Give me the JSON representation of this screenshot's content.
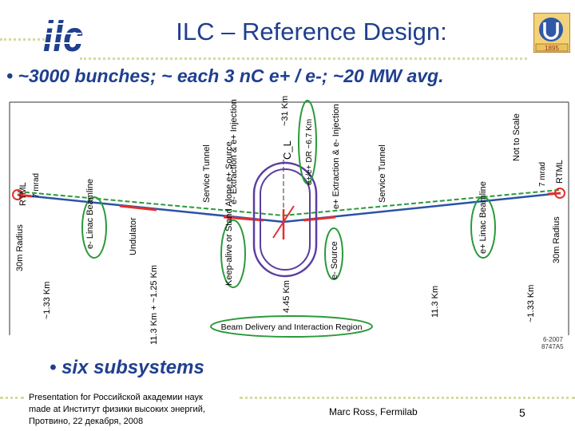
{
  "header": {
    "title": "ILC – Reference Design:",
    "bullet_top": "• ~3000 bunches; ~ each 3 nC e+ / e-; ~20 MW avg.",
    "ilc_logo": "ilc",
    "right_logo": "1895"
  },
  "diagram": {
    "labels": {
      "rtml_left": "RTML",
      "mrad_left": "7 mrad",
      "radius_left": "30m Radius",
      "linac_left": "e- Linac Beamline",
      "undulator": "Undulator",
      "service_tunnel_left": "Service Tunnel",
      "extraction_left": "e- Extraction & e+ Injection",
      "dr": "e+/e+ DR ~6.7 Km",
      "cl": "C_L",
      "km31": "~31 Km",
      "extraction_right": "e+ Extraction & e- Injection",
      "service_tunnel_right": "Service Tunnel",
      "not_to_scale": "Not to Scale",
      "mrad_right": "7 mrad",
      "rtml_right": "RTML",
      "linac_right": "e+ Linac Beamline",
      "radius_right": "30m Radius",
      "keep_alive": "Keep-alive or Stand Alone e+ Source",
      "e_source": "e- Source",
      "km133_left": "~1.33 Km",
      "km113_left": "11.3 Km + ~1.25 Km",
      "km445": "4.45 Km",
      "km113_right": "11.3 Km",
      "km133_right": "~1.33 Km",
      "bdir": "Beam Delivery and Interaction Region",
      "doc_date": "6-2007",
      "doc_id": "8747A5"
    }
  },
  "bullet_bottom": "• six subsystems",
  "footer": {
    "left_line1": "Presentation for Российской академии наук",
    "left_line2": "made at Институт физики высоких энергий,",
    "left_line3": "Протвино, 22 декабря, 2008",
    "author": "Marc Ross, Fermilab",
    "page": "5"
  }
}
